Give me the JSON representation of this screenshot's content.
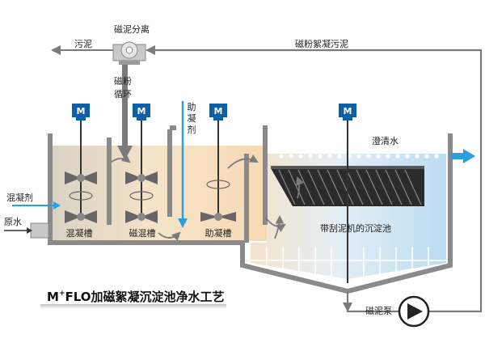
{
  "labels": {
    "magnetic_separation": "磁泥分离",
    "sludge_out": "污泥",
    "magnetic_floc_sludge": "磁粉絮凝污泥",
    "magnetic_powder": "磁粉",
    "recycle": "循环",
    "coagulant_aid": "助凝剂",
    "clear_water": "澄清水",
    "coagulant": "混凝剂",
    "raw_water": "原水",
    "coag_tank": "混凝槽",
    "mag_tank": "磁混槽",
    "aid_tank": "助凝槽",
    "settling_tank": "带刮泥机的沉淀池",
    "sludge_pump": "磁泥泵",
    "motor": "M",
    "title_prefix": "M",
    "title_sup": "+",
    "title_main": "FLO加磁絮凝沉淀池净水工艺"
  },
  "colors": {
    "motor_blue": "#0d5fa8",
    "water_blue": "#2aa0dc",
    "arrow_gray": "#7b7b7b",
    "wall_gray": "#8a8a8a",
    "tan_water": "#f4e2c6"
  }
}
